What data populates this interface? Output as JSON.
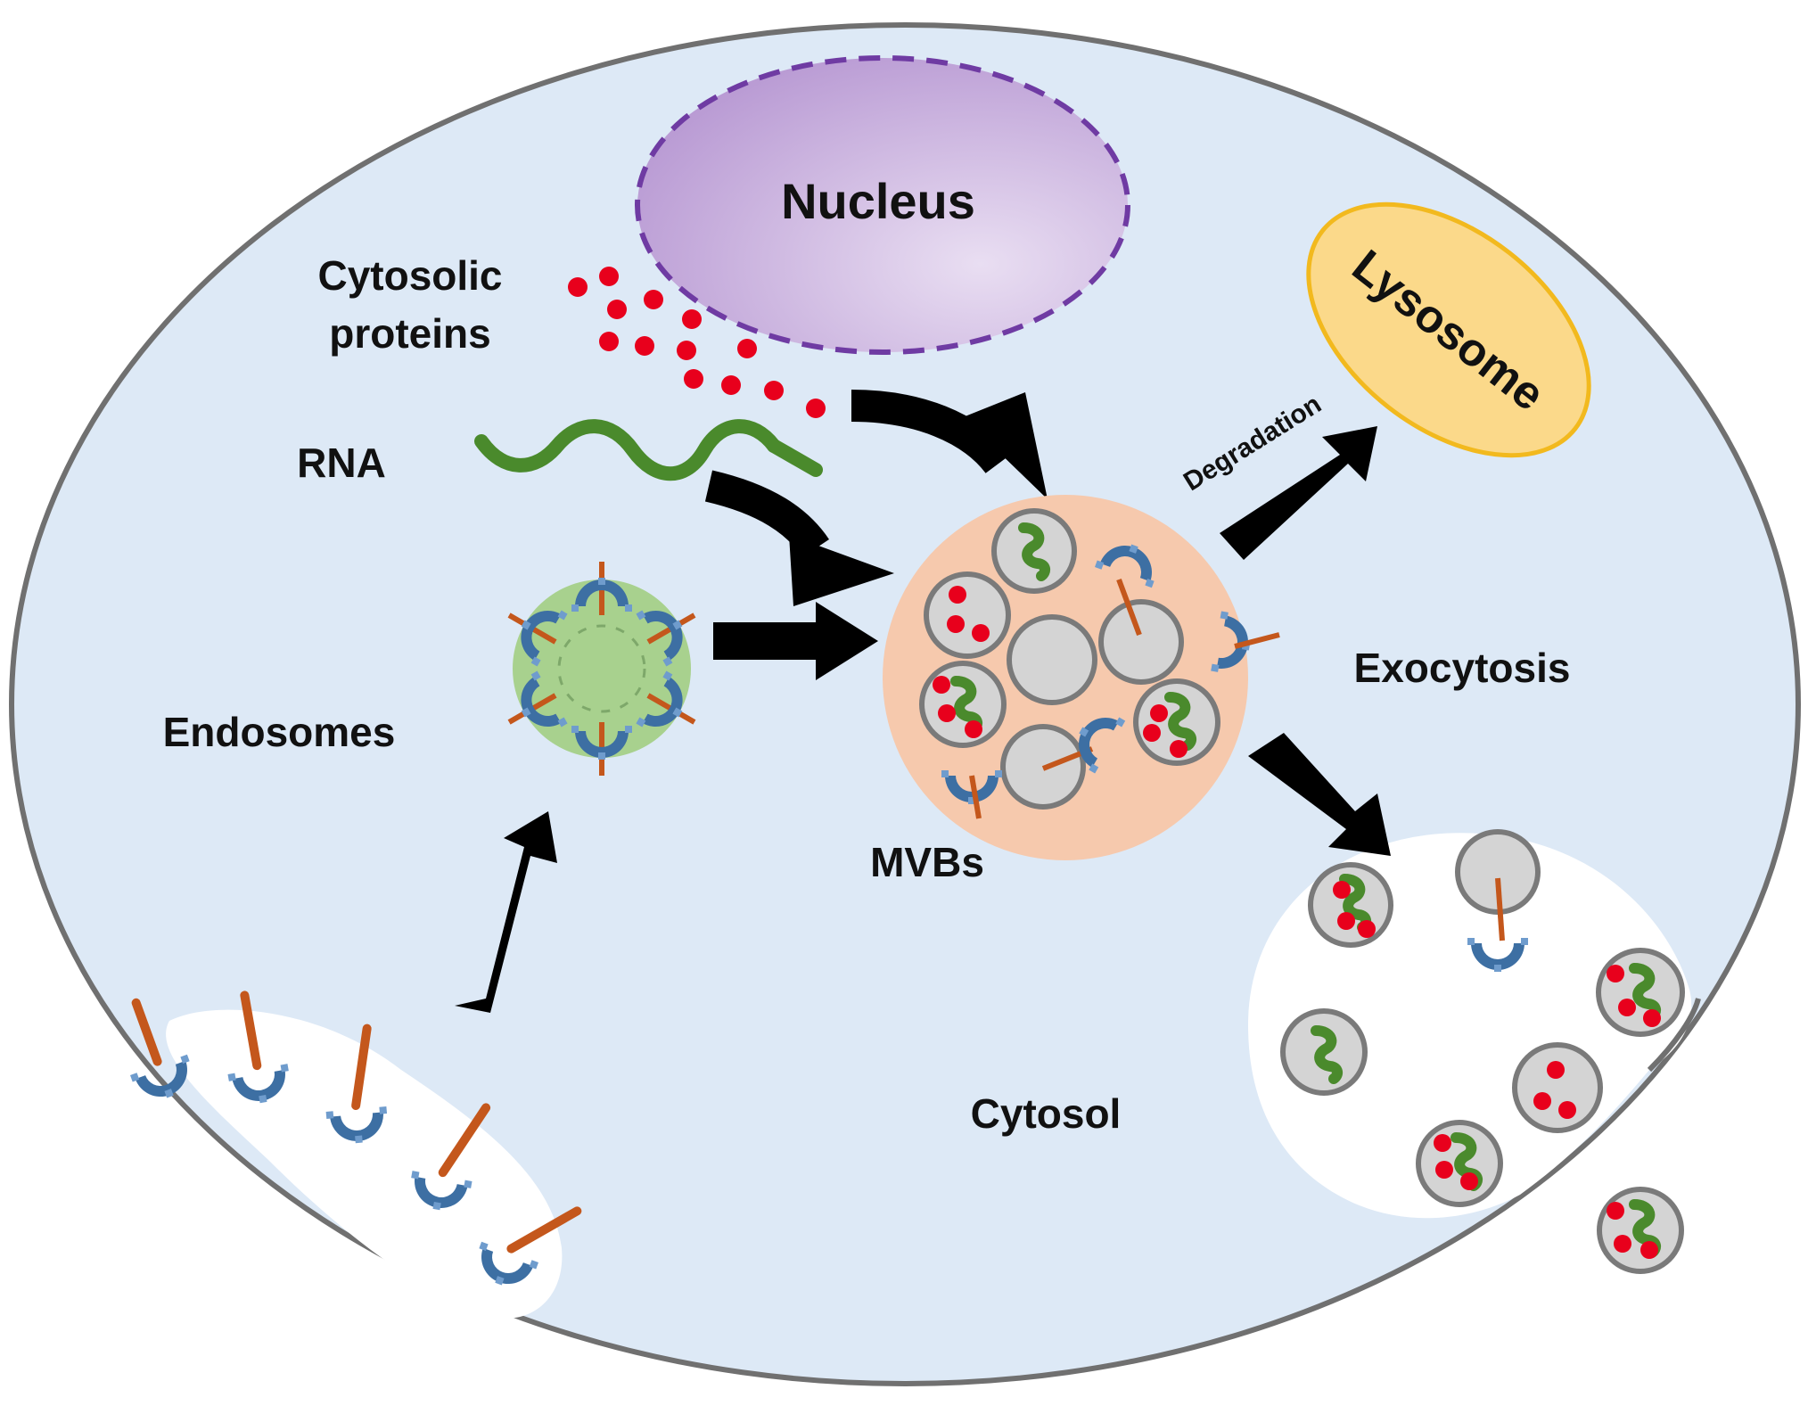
{
  "labels": {
    "nucleus": "Nucleus",
    "lysosome": "Lysosome",
    "cytosolic_proteins_line1": "Cytosolic",
    "cytosolic_proteins_line2": "proteins",
    "rna": "RNA",
    "endosomes": "Endosomes",
    "mvbs": "MVBs",
    "degradation": "Degradation",
    "exocytosis": "Exocytosis",
    "cytosol": "Cytosol"
  },
  "colors": {
    "cell_fill": "#dde9f6",
    "cell_outline": "#707070",
    "nucleus_fill": "#c9b3dc",
    "nucleus_outline": "#6f3ba3",
    "lysosome_fill": "#fbd98a",
    "lysosome_outline": "#f2b91e",
    "mvb_fill": "#f6c9ad",
    "endosome_fill": "#a8d18e",
    "vesicle_fill": "#d4d4d4",
    "vesicle_outline": "#7a7a7a",
    "protein_dot": "#e8001c",
    "rna_strand": "#4a8a2c",
    "receptor": "#3d6fa3",
    "ligand": "#c4571c",
    "arrow": "#000000"
  },
  "icons": [
    "receptor-icon",
    "ligand-rod-icon",
    "rna-strand-icon",
    "protein-dot-icon",
    "vesicle-icon",
    "arrow-icon"
  ]
}
